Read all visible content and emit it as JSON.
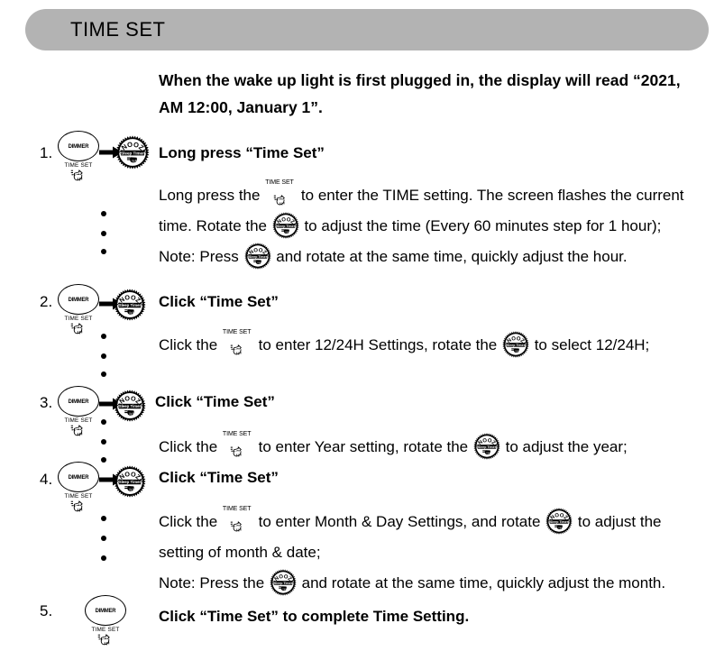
{
  "header": {
    "title": "TIME SET",
    "bar_color": "#b3b3b3"
  },
  "intro": {
    "text": "When the wake up light is first plugged in, the display will read “2021, AM 12:00, January 1”."
  },
  "icons": {
    "dimmer_label_top": "DIMMER",
    "dimmer_label_bottom": "TIME SET",
    "knob_top_text": "SNOOZE",
    "knob_band_text": "Sleep Timer",
    "inline_timeset_text": "TIME SET",
    "hand_icon": "pointing-hand-icon",
    "arrow_icon": "right-arrow-icon"
  },
  "steps": [
    {
      "number": "1.",
      "heading": "Long press “Time Set”",
      "body_segments": [
        {
          "type": "text",
          "value": "Long press the "
        },
        {
          "type": "timeset-icon"
        },
        {
          "type": "text",
          "value": " to enter the TIME setting. The screen flashes the current time. Rotate  the "
        },
        {
          "type": "knob-icon"
        },
        {
          "type": "text",
          "value": " to adjust the time (Every 60 minutes step for 1 hour);"
        },
        {
          "type": "break"
        },
        {
          "type": "text",
          "value": "Note: Press "
        },
        {
          "type": "knob-icon"
        },
        {
          "type": "text",
          "value": " and rotate at the same time, quickly adjust the hour."
        }
      ]
    },
    {
      "number": "2.",
      "heading": "Click “Time Set”",
      "body_segments": [
        {
          "type": "text",
          "value": "Click the "
        },
        {
          "type": "timeset-icon"
        },
        {
          "type": "text",
          "value": " to enter 12/24H Settings, rotate the "
        },
        {
          "type": "knob-icon"
        },
        {
          "type": "text",
          "value": " to select 12/24H;"
        }
      ]
    },
    {
      "number": "3.",
      "heading": "Click “Time Set”",
      "body_segments": [
        {
          "type": "text",
          "value": "Click the "
        },
        {
          "type": "timeset-icon"
        },
        {
          "type": "text",
          "value": " to enter Year setting, rotate the "
        },
        {
          "type": "knob-icon"
        },
        {
          "type": "text",
          "value": " to adjust the year;"
        }
      ]
    },
    {
      "number": "4.",
      "heading": "Click “Time Set”",
      "body_segments": [
        {
          "type": "text",
          "value": "Click the "
        },
        {
          "type": "timeset-icon"
        },
        {
          "type": "text",
          "value": " to enter Month & Day Settings, and rotate "
        },
        {
          "type": "knob-icon"
        },
        {
          "type": "text",
          "value": " to adjust the setting of month & date;"
        },
        {
          "type": "break"
        },
        {
          "type": "text",
          "value": "Note: Press the "
        },
        {
          "type": "knob-icon"
        },
        {
          "type": "text",
          "value": " and rotate at the same time, quickly adjust the month."
        }
      ]
    },
    {
      "number": "5.",
      "heading": "Click “Time Set” to complete Time Setting.",
      "body_segments": []
    }
  ]
}
